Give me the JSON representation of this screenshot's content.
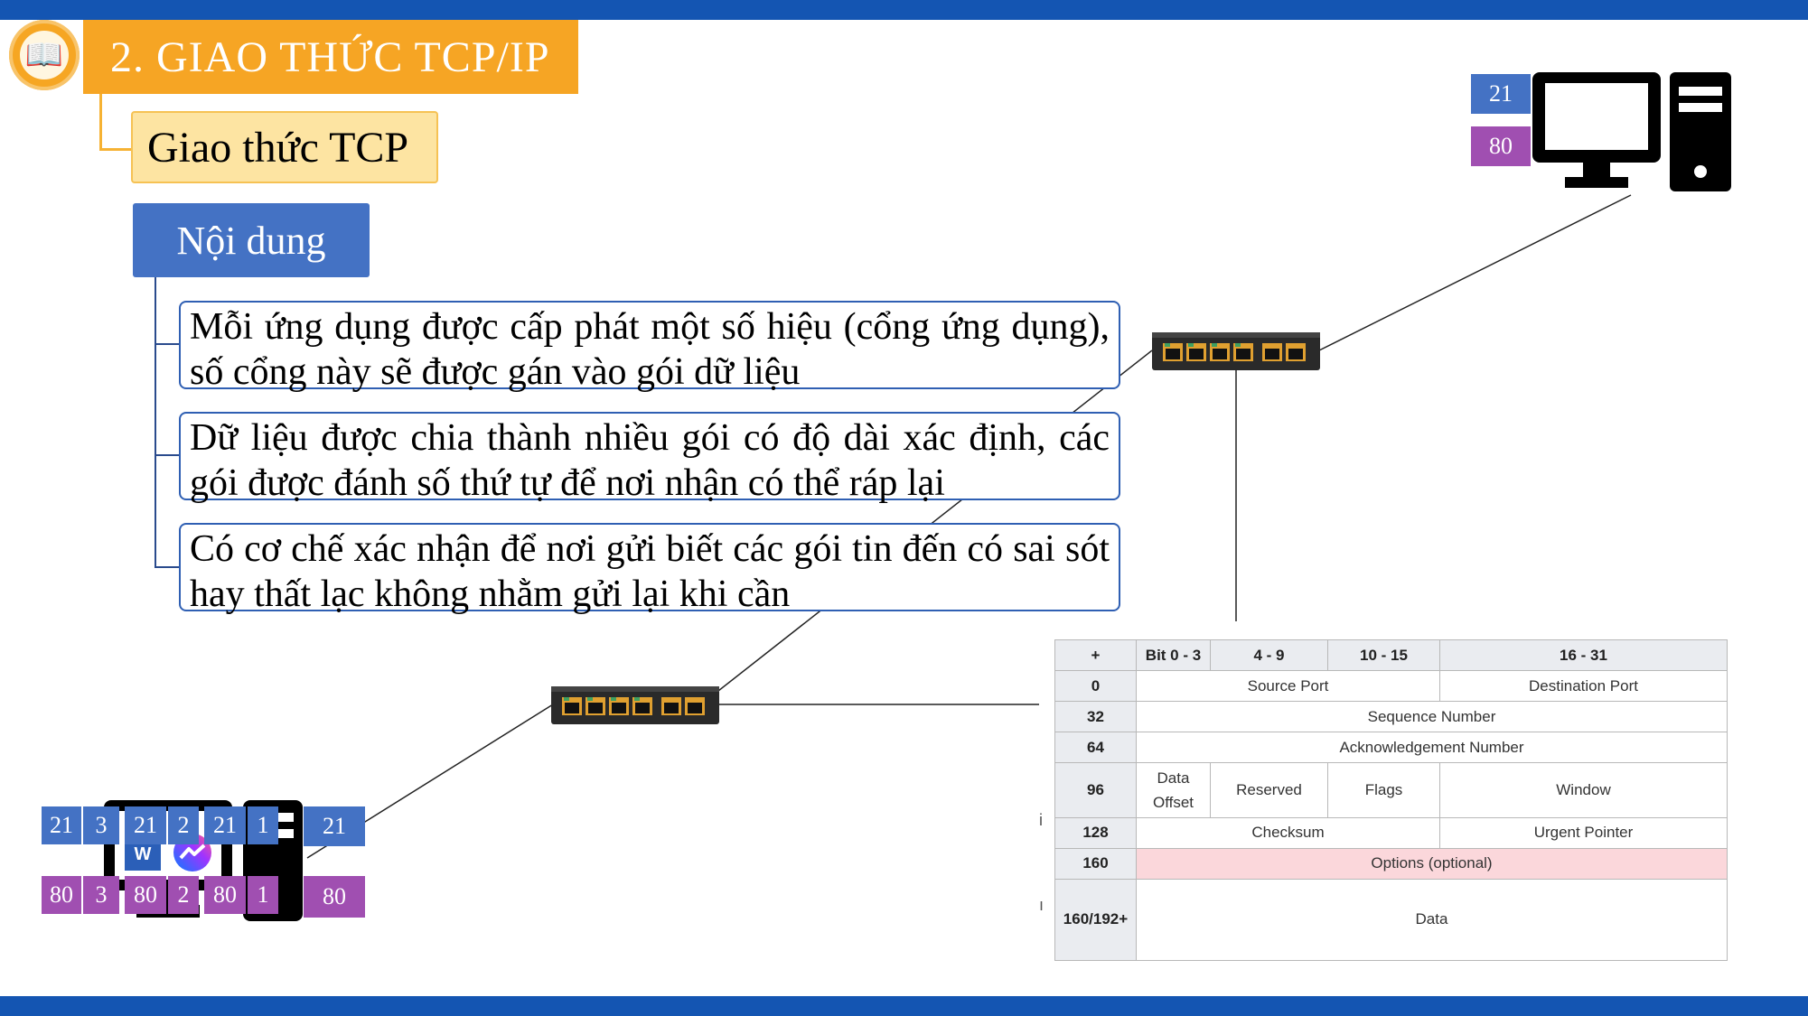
{
  "slide": {
    "title": "2. GIAO THỨC TCP/IP",
    "subtitle": "Giao thức TCP",
    "content_label": "Nội dung",
    "bullets": [
      "Mỗi ứng dụng được cấp phát một số hiệu (cổng ứng dụng), số cổng này sẽ được gán vào gói dữ liệu",
      "Dữ liệu được chia thành nhiều gói có độ dài xác định, các gói được đánh số thứ tự để nơi nhận có thể ráp lại",
      "Có cơ chế xác nhận để nơi gửi biết các gói tin đến có sai sót hay thất lạc không nhằm gửi lại khi cần"
    ]
  },
  "colors": {
    "bar": "#1455b2",
    "title_bg": "#f6a524",
    "subtitle_bg": "#fde4a2",
    "content_bg": "#4472c4",
    "port_blue": "#4472c4",
    "port_purple": "#a04fb1",
    "options_bg": "#fbd7db"
  },
  "icons": [
    "book-logo-icon",
    "desktop-computer-icon",
    "network-switch-icon",
    "word-app-icon",
    "messenger-app-icon"
  ],
  "server_ports": {
    "top": "21",
    "bottom": "80"
  },
  "client_ports": {
    "top_row": [
      {
        "port": "21",
        "seq": "3"
      },
      {
        "port": "21",
        "seq": "2"
      },
      {
        "port": "21",
        "seq": "1"
      },
      {
        "port": "21",
        "seq": ""
      }
    ],
    "bottom_row": [
      {
        "port": "80",
        "seq": "3"
      },
      {
        "port": "80",
        "seq": "2"
      },
      {
        "port": "80",
        "seq": "1"
      },
      {
        "port": "80",
        "seq": ""
      }
    ]
  },
  "tcp_header": {
    "headers": [
      "+",
      "Bit 0 - 3",
      "4 - 9",
      "10 - 15",
      "16 - 31"
    ],
    "rows": [
      {
        "offset": "0",
        "cells": [
          "Source Port",
          "Destination Port"
        ]
      },
      {
        "offset": "32",
        "cells": [
          "Sequence Number"
        ]
      },
      {
        "offset": "64",
        "cells": [
          "Acknowledgement Number"
        ]
      },
      {
        "offset": "96",
        "cells": [
          "Data Offset",
          "Reserved",
          "Flags",
          "Window"
        ]
      },
      {
        "offset": "128",
        "cells": [
          "Checksum",
          "Urgent Pointer"
        ]
      },
      {
        "offset": "160",
        "cells": [
          "Options (optional)"
        ]
      },
      {
        "offset": "160/192+",
        "cells": [
          "Data"
        ]
      }
    ]
  },
  "side_marks": [
    "i",
    "ı"
  ]
}
